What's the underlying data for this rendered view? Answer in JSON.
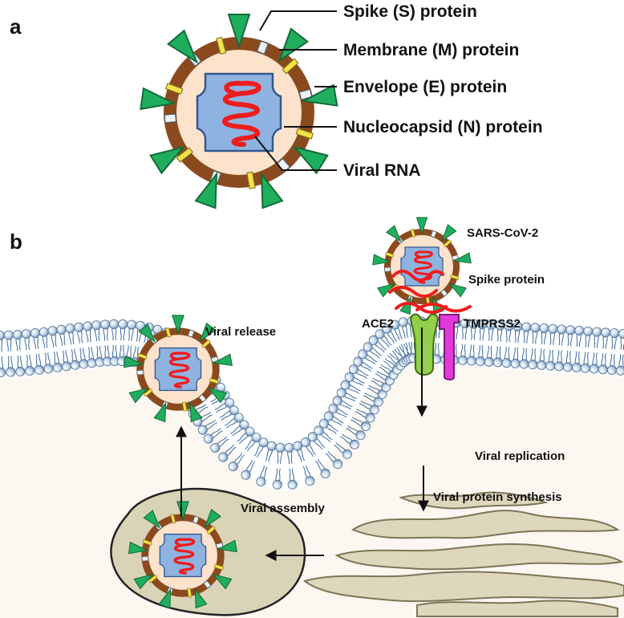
{
  "panels": {
    "a": "a",
    "b": "b"
  },
  "panel_a": {
    "spike": "Spike (S) protein",
    "membrane": "Membrane (M) protein",
    "envelope": "Envelope (E) protein",
    "nucleocapsid": "Nucleocapsid (N) protein",
    "rna": "Viral RNA"
  },
  "panel_b": {
    "virus_name": "SARS-CoV-2",
    "spike": "Spike protein",
    "ace2": "ACE2",
    "tmprss2": "TMPRSS2",
    "release": "Viral release",
    "replication": "Viral replication",
    "synthesis": "Viral protein synthesis",
    "assembly": "Viral assembly"
  },
  "colors": {
    "membrane_ring": "#8b4a1e",
    "virion_fill": "#fde3cc",
    "capsid": "#8fb3e0",
    "rna": "#ee1c1c",
    "spike": "#1fae5e",
    "m_protein": "#f2e24a",
    "e_protein": "#eef3fa",
    "ace2": "#93cf4a",
    "tmprss2": "#e23ad8",
    "bilayer_head": "#bcd3ea",
    "cytoplasm": "#fdf7f1",
    "er": "#ded7bd",
    "vesicle": "#d9d4b8"
  }
}
